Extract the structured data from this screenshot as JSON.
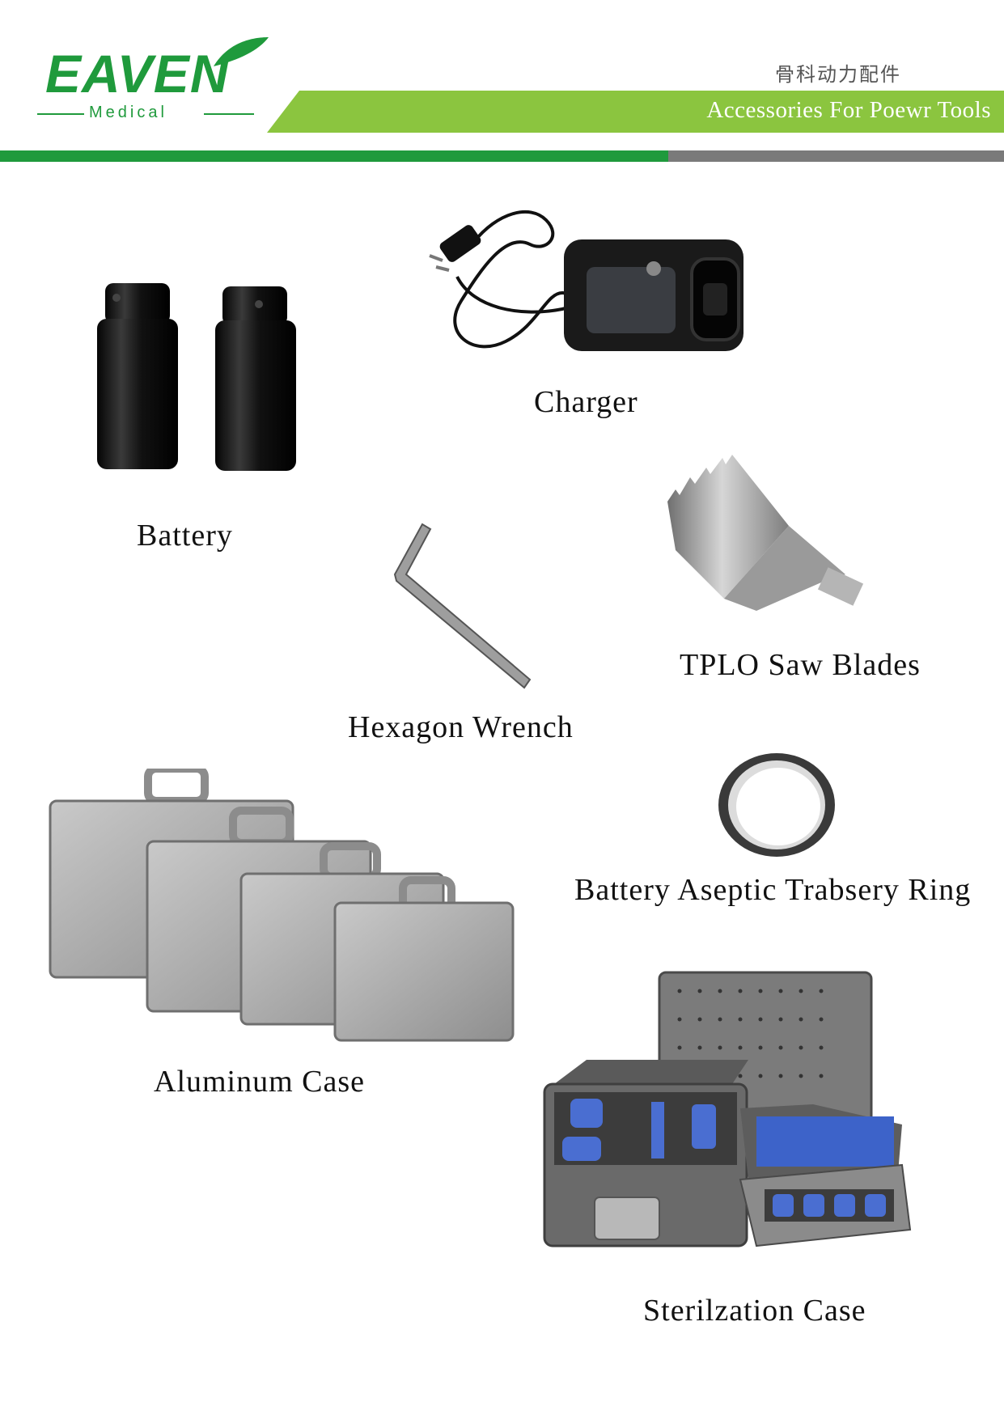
{
  "header": {
    "brand": "EAVEN",
    "brand_sub": "Medical",
    "title_cn": "骨科动力配件",
    "title_en": "Accessories For Poewr Tools",
    "colors": {
      "green": "#1f9a3c",
      "light_green": "#8bc53f",
      "gray": "#7a7a7a"
    }
  },
  "products": [
    {
      "name": "Battery",
      "icon": "battery-icon"
    },
    {
      "name": "Charger",
      "icon": "charger-icon"
    },
    {
      "name": "TPLO Saw Blades",
      "icon": "saw-blade-icon"
    },
    {
      "name": "Hexagon Wrench",
      "icon": "hex-wrench-icon"
    },
    {
      "name": "Battery Aseptic Trabsery Ring",
      "icon": "ring-icon"
    },
    {
      "name": "Aluminum Case",
      "icon": "aluminum-case-icon"
    },
    {
      "name": "Sterilzation Case",
      "icon": "sterilization-case-icon"
    }
  ]
}
